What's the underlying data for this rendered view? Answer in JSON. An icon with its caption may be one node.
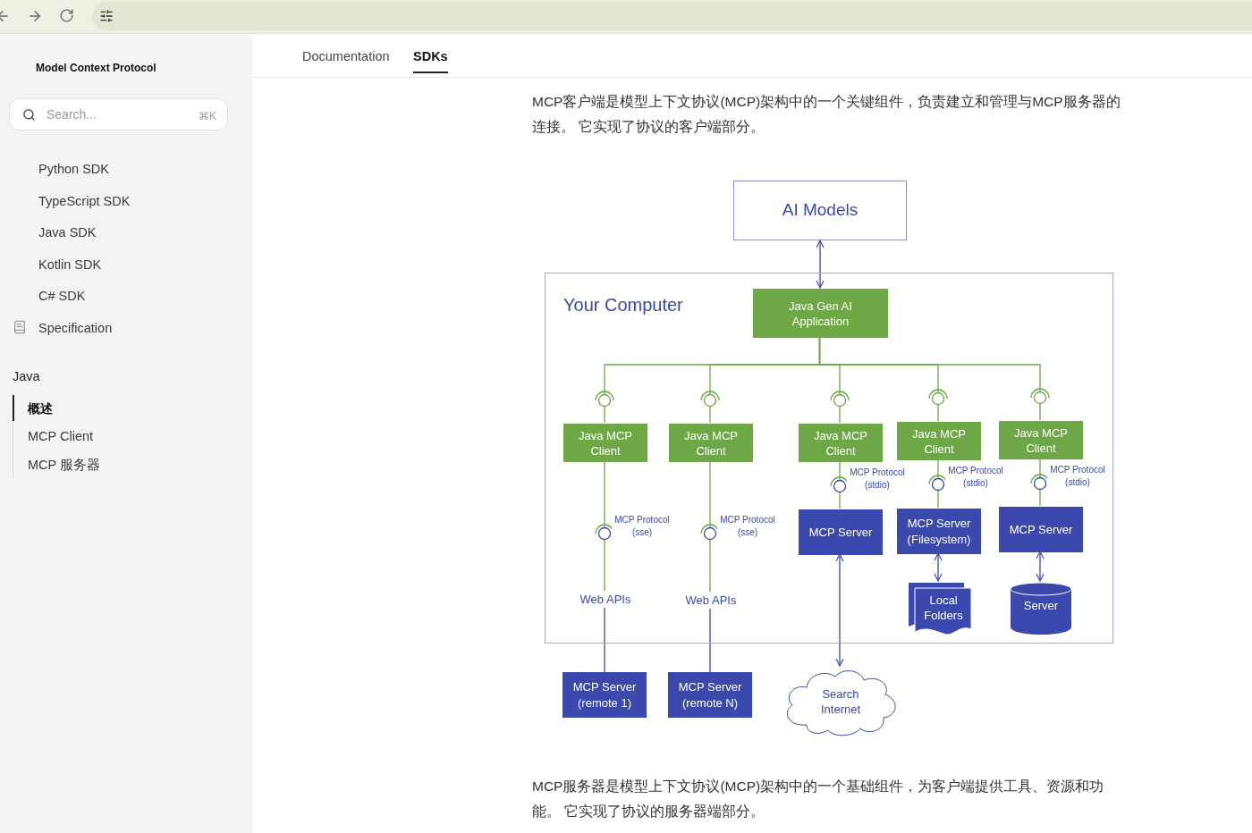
{
  "diagram": {
    "nodes": [
      {
        "text": [
          "AI Models"
        ]
      },
      {
        "text": [
          "Your Computer"
        ]
      },
      {
        "text": [
          "Java Gen AI Application"
        ],
        "in": 1
      },
      {
        "text": [
          "Java MCP Client"
        ],
        "in": 1
      },
      {
        "text": [
          "Java MCP Client"
        ],
        "in": 1
      },
      {
        "text": [
          "Java MCP Client"
        ],
        "in": 1
      },
      {
        "text": [
          "Java MCP Client"
        ],
        "in": 1
      },
      {
        "text": [
          "Java MCP Client"
        ],
        "in": 1
      },
      {
        "text": [
          "MCP Server"
        ],
        "in": 1
      },
      {
        "text": [
          "MCP Server (Filesystem)"
        ],
        "in": 1
      },
      {
        "text": [
          "MCP Server"
        ],
        "in": 1
      },
      {
        "text": [
          "Local Folders"
        ],
        "in": 1
      },
      {
        "text": [
          "Server"
        ],
        "in": 1
      },
      {
        "text": [
          "Web APIs"
        ],
        "in": 1
      },
      {
        "text": [
          "Web APIs"
        ],
        "in": 1
      },
      {
        "text": [
          "MCP Server (remote 1)"
        ]
      },
      {
        "text": [
          "MCP Server (remote N)"
        ]
      },
      {
        "text": [
          "Search Internet"
        ]
      }
    ],
    "edges": [
      {
        "from": 0,
        "to": 2,
        "arrow": "both",
        "color": "#3949ab"
      },
      {
        "from": 2,
        "to": 3,
        "arrow": "none"
      },
      {
        "from": 2,
        "to": 4,
        "arrow": "none"
      },
      {
        "from": 2,
        "to": 5,
        "arrow": "none"
      },
      {
        "from": 2,
        "to": 6,
        "arrow": "none"
      },
      {
        "from": 2,
        "to": 7,
        "arrow": "none"
      },
      {
        "from": 3,
        "to": 13,
        "arrow": "none",
        "label": "MCP Protocol (sse)"
      },
      {
        "from": 4,
        "to": 14,
        "arrow": "none",
        "label": "MCP Protocol (sse)"
      },
      {
        "from": 13,
        "to": 15,
        "arrow": "none",
        "color": "#3949ab"
      },
      {
        "from": 14,
        "to": 16,
        "arrow": "none",
        "color": "#3949ab"
      },
      {
        "from": 5,
        "to": 8,
        "arrow": "none",
        "label": "MCP Protocol (stdio)"
      },
      {
        "from": 6,
        "to": 9,
        "arrow": "none",
        "label": "MCP Protocol (stdio)"
      },
      {
        "from": 7,
        "to": 10,
        "arrow": "none",
        "label": "MCP Protocol (stdio)"
      },
      {
        "from": 8,
        "to": 17,
        "arrow": "both",
        "color": "#3949ab"
      },
      {
        "from": 9,
        "to": 11,
        "arrow": "both",
        "color": "#3949ab"
      },
      {
        "from": 10,
        "to": 12,
        "arrow": "both",
        "color": "#3949ab"
      }
    ],
    "labels": [
      "Model Context Protocol",
      "Search...",
      "⌘K",
      "Python SDK",
      "TypeScript SDK",
      "Java SDK",
      "Kotlin SDK",
      "C# SDK",
      "Specification",
      "Java",
      "概述",
      "MCP Client",
      "MCP 服务器",
      "Documentation",
      "SDKs",
      "MCP客户端是模型上下文协议(MCP)架构中的一个关键组件，负责建立和管理与MCP服务器的连接。 它实现了协议的客户端部分。",
      "MCP服务器是模型上下文协议(MCP)架构中的一个基础组件，为客户端提供工具、资源和功能。 它实现了协议的服务器端部分。"
    ]
  }
}
